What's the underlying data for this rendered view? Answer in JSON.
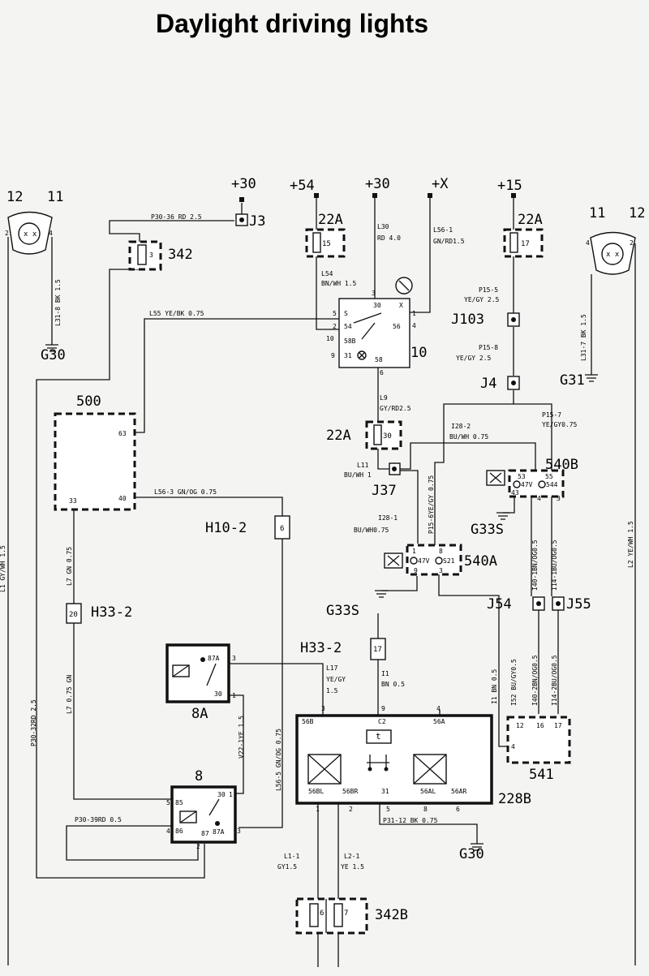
{
  "title": "Daylight driving lights",
  "supplies": {
    "p30_left": "+30",
    "p54": "+54",
    "p30_mid": "+30",
    "px": "+X",
    "p15": "+15"
  },
  "lamps": {
    "left": {
      "num_a": "12",
      "num_b": "11",
      "pin_left": "2",
      "pin_right": "4"
    },
    "right": {
      "num_a": "11",
      "num_b": "12",
      "pin_left": "4",
      "pin_right": "2"
    }
  },
  "grounds": {
    "g30_top": "G30",
    "g31": "G31",
    "g33s_a": "G33S",
    "g33s_b": "G33S",
    "g30_bottom": "G30"
  },
  "connectors": {
    "j3": "J3",
    "j37": "J37",
    "j103": "J103",
    "j4": "J4",
    "j54": "J54",
    "j55": "J55",
    "h10_2": "H10-2",
    "h10_2_pin": "6",
    "h33_2_left": "H33-2",
    "h33_2_left_pin": "20",
    "h33_2_mid": "H33-2",
    "h33_2_mid_pin": "17"
  },
  "components": {
    "c342": "342",
    "c342_pin": "3",
    "c342b": "342B",
    "c342b_pin_a": "6",
    "c342b_pin_b": "7",
    "fuse_22a_left": "22A",
    "fuse_22a_left_pin": "15",
    "fuse_22a_right": "22A",
    "fuse_22a_right_pin": "17",
    "fuse_22a_mid": "22A",
    "fuse_22a_mid_pin": "30",
    "c500": "500",
    "c500_pin_63": "63",
    "c500_pin_33": "33",
    "c500_pin_40": "40",
    "c10": "10",
    "c540b": "540B",
    "c540a": "540A",
    "c8a": "8A",
    "c8": "8",
    "c228b": "228B",
    "c541": "541"
  },
  "wires": {
    "p30_36": "P30-36 RD 2.5",
    "l31_8": "L31-8 BK 1.5",
    "l31_7": "L31-7 BK 1.5",
    "l55": "L55 YE/BK 0.75",
    "l30_a": "L30",
    "l30_b": "RD 4.0",
    "l56_1_a": "L56-1",
    "l56_1_b": "GN/RD1.5",
    "l54_a": "L54",
    "l54_b": "BN/WH 1.5",
    "p15_5_a": "P15-5",
    "p15_5_b": "YE/GY 2.5",
    "p15_8_a": "P15-8",
    "p15_8_b": "YE/GY 2.5",
    "p15_7_a": "P15-7",
    "p15_7_b": "YE/GY0.75",
    "l9_a": "L9",
    "l9_b": "GY/RD2.5",
    "i28_2_a": "I28-2",
    "i28_2_b": "BU/WH 0.75",
    "l11_a": "L11",
    "l11_b": "BU/WH 1",
    "l56_3": "L56-3  GN/OG 0.75",
    "i28_1_a": "I28-1",
    "i28_1_b": "BU/WH0.75",
    "p15_6": "P15-6YE/GY 0.75",
    "i40_1": "I40-1BN/OG0.5",
    "i14_1": "I14-1BU/OG0.5",
    "l7_top": "L7 GN 0.75",
    "l7_bottom": "L7 0.75 GN",
    "l17_a": "L17",
    "l17_b": "YE/GY",
    "l17_c": "1.5",
    "i1_a": "I1",
    "i1_b": "BN 0.5",
    "i1_vert": "I1 BN 0.5",
    "i52": "I52 BU/GY0.5",
    "i40_2": "I40-2BN/OG0.5",
    "i14_2": "I14-2BU/OG0.5",
    "v22_1": "V22-1YE 1.5",
    "l56_5": "L56-5 GN/OG 0.75",
    "p30_32": "P30-32RD 2.5",
    "p30_39": "P30-39RD 0.5",
    "p31_12": "P31-12 BK 0.75",
    "l1_1_a": "L1-1",
    "l1_1_b": "GY1.5",
    "l2_1_a": "L2-1",
    "l2_1_b": "YE 1.5",
    "l1_gy": "L1 GY/WH 1.5",
    "l2_ye": "L2 YE/WH 1.5"
  },
  "pins": {
    "sw_3": "3",
    "sw_5": "5",
    "sw_2": "2",
    "sw_10": "10",
    "sw_9": "9",
    "sw_6": "6",
    "sw_1": "1",
    "sw_4": "4",
    "sw_s": "S",
    "sw_30": "30",
    "sw_x": "X",
    "sw_54": "54",
    "sw_56": "56",
    "sw_58b": "58B",
    "sw_31": "31",
    "sw_58": "58",
    "b540_53": "53",
    "b540_55": "55",
    "b540_47v": "47V",
    "b540_544": "544",
    "b540_43": "43",
    "b540_4": "4",
    "b540_3": "3",
    "a540_1": "1",
    "a540_8": "8",
    "a540_47v": "47V",
    "a540_s21": "S21",
    "a540_9": "9",
    "a540_3": "3",
    "r8a_87a": "87A",
    "r8a_3": "3",
    "r8a_30": "30",
    "r8a_1": "1",
    "r8_85": "85",
    "r8_5": "5",
    "r8_86": "86",
    "r8_4": "4",
    "r8_30": "30",
    "r8_1": "1",
    "r8_87a": "87A",
    "r8_3": "3",
    "r8_2": "2",
    "r8_87": "87",
    "m228_3": "3",
    "m228_9": "9",
    "m228_4": "4",
    "m228_56b": "56B",
    "m228_c2": "C2",
    "m228_56a": "56A",
    "m228_t": "t",
    "m228_56bl": "56BL",
    "m228_56br": "56BR",
    "m228_31": "31",
    "m228_56al": "56AL",
    "m228_56ar": "56AR",
    "m228_1": "1",
    "m228_2": "2",
    "m228_5": "5",
    "m228_8": "8",
    "m228_6": "6",
    "c541_12": "12",
    "c541_16": "16",
    "c541_17": "17",
    "c541_4": "4"
  }
}
